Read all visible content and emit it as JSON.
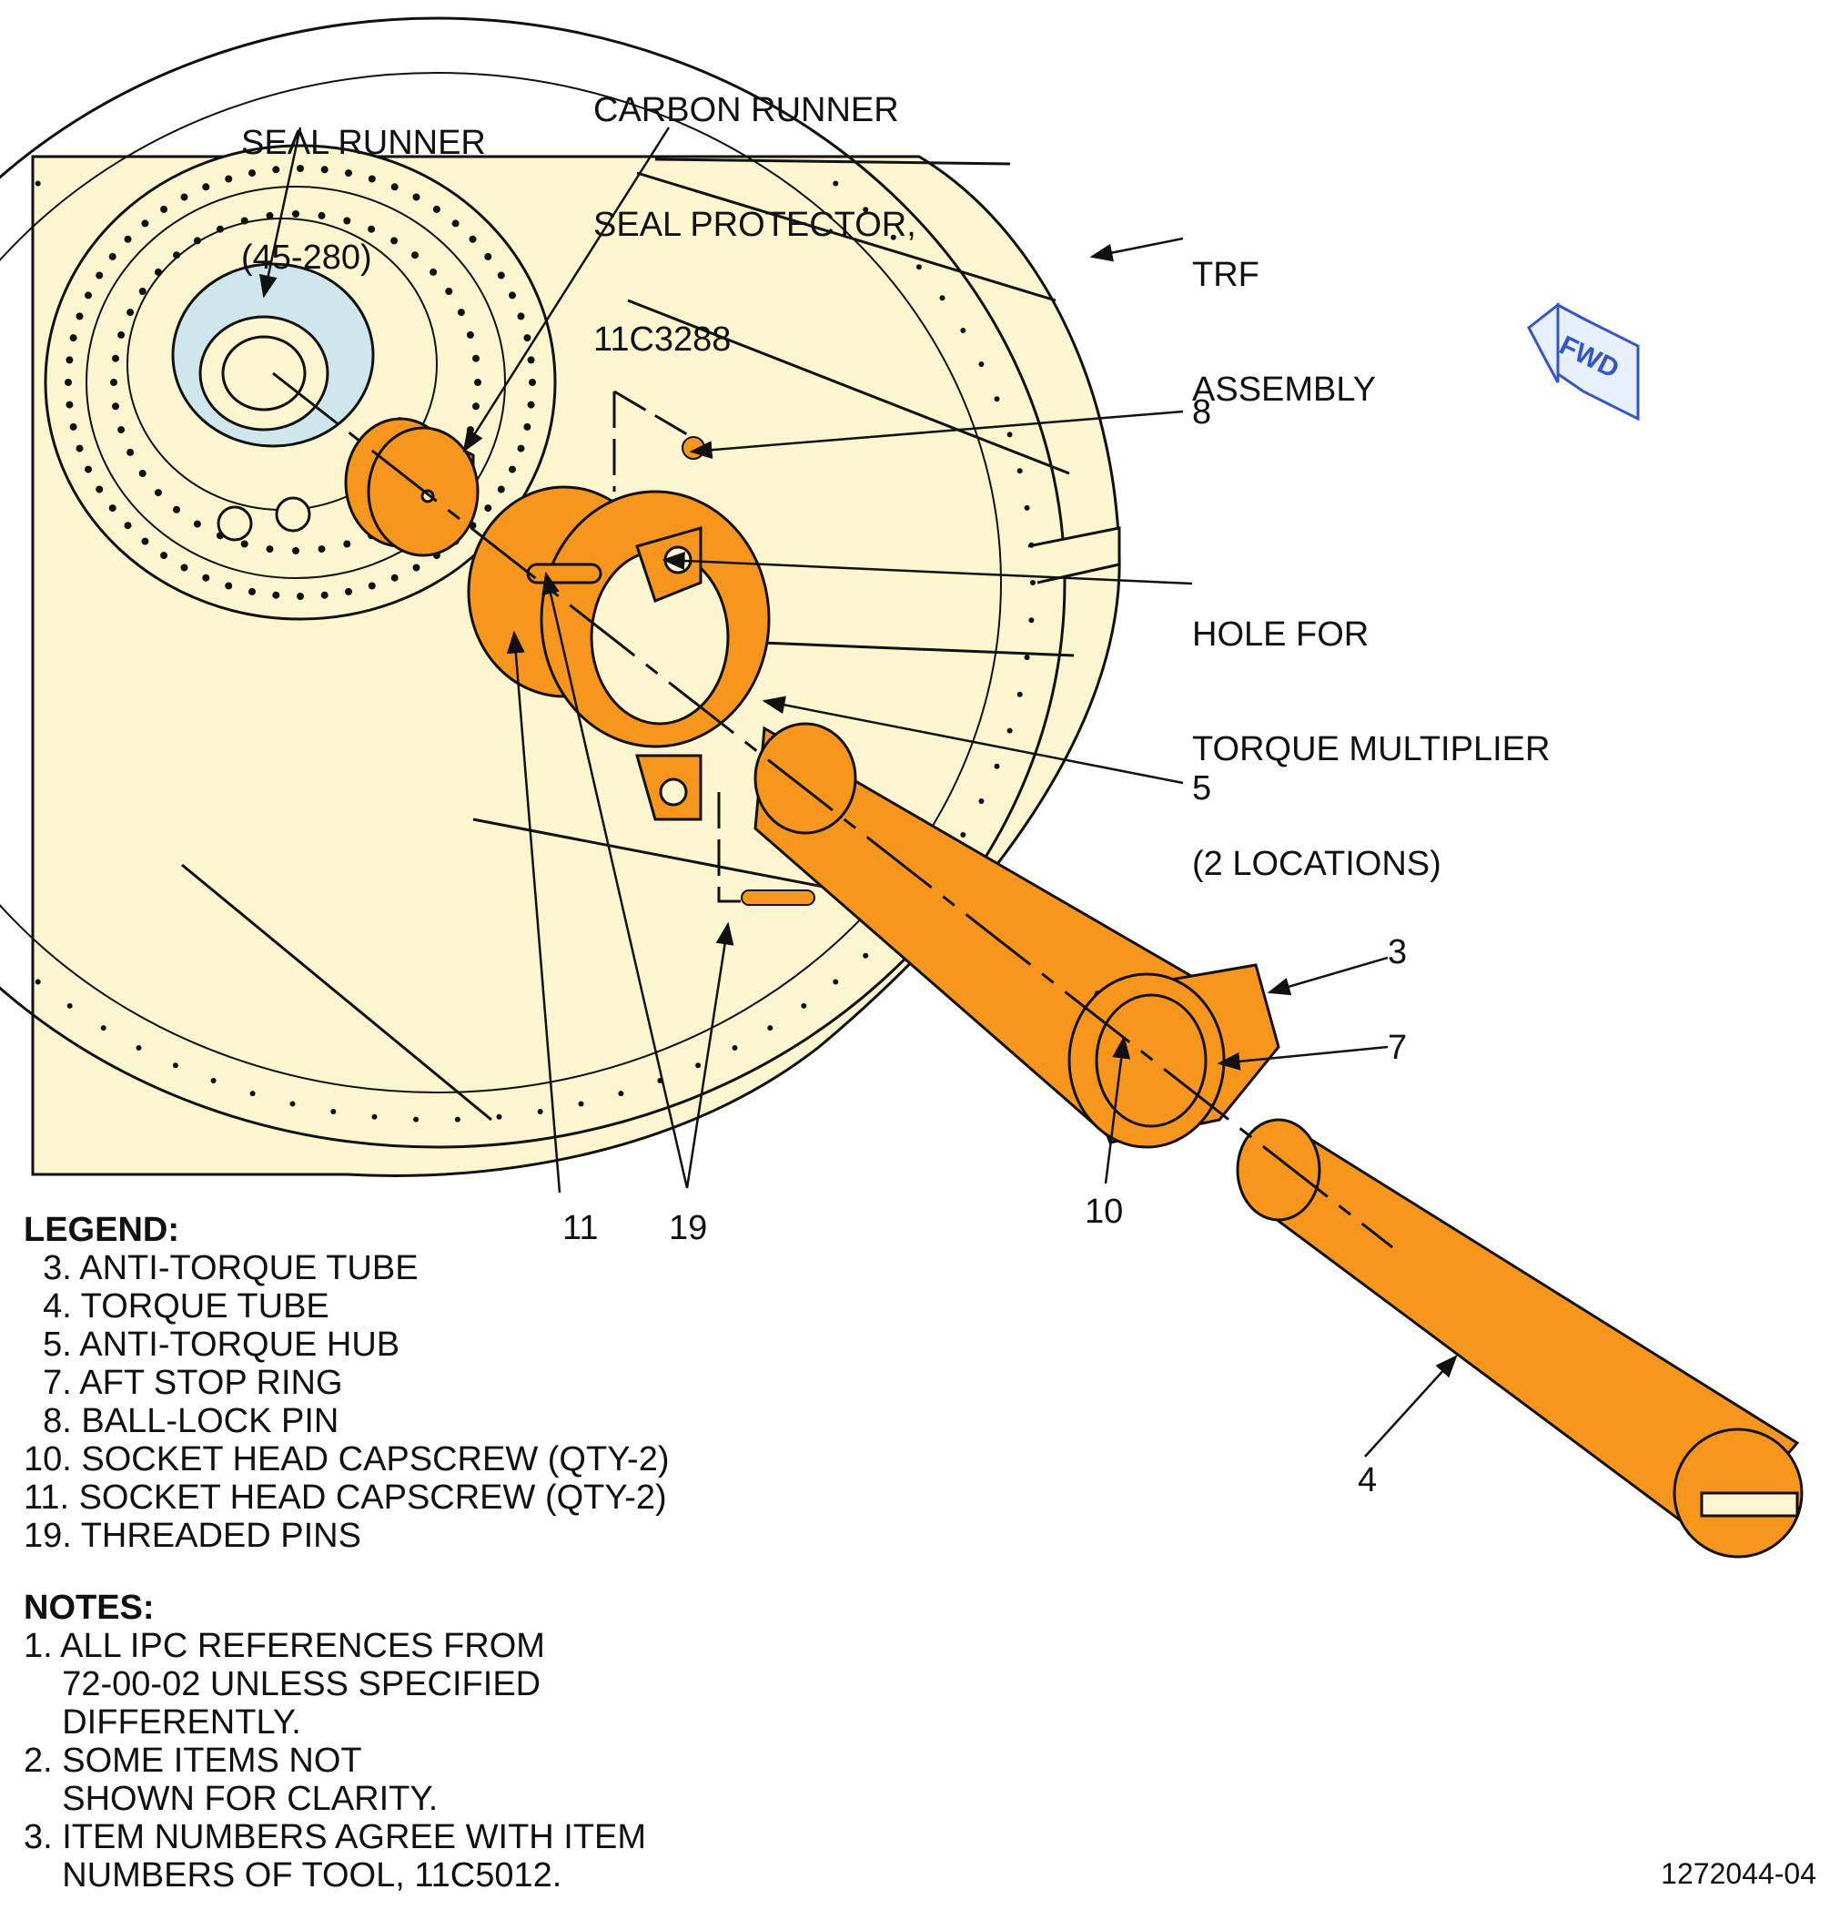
{
  "callouts": {
    "seal_runner": [
      "SEAL RUNNER",
      "(45-280)"
    ],
    "carbon_runner": [
      "CARBON RUNNER",
      "SEAL PROTECTOR,",
      "11C3288"
    ],
    "trf_assembly": [
      "TRF",
      "ASSEMBLY"
    ],
    "hole_for_torque": [
      "HOLE FOR",
      "TORQUE MULTIPLIER",
      "(2 LOCATIONS)"
    ],
    "item_8": "8",
    "item_5": "5",
    "item_3": "3",
    "item_7": "7",
    "item_10": "10",
    "item_11": "11",
    "item_19": "19",
    "item_4": "4"
  },
  "fwd_arrow": {
    "label": "FWD",
    "color": "#3355cc"
  },
  "legend": {
    "title": "LEGEND:",
    "items": [
      "  3. ANTI-TORQUE TUBE",
      "  4. TORQUE TUBE",
      "  5. ANTI-TORQUE HUB",
      "  7. AFT STOP RING",
      "  8. BALL-LOCK PIN",
      "10. SOCKET HEAD CAPSCREW (QTY-2)",
      "11. SOCKET HEAD CAPSCREW (QTY-2)",
      "19. THREADED PINS"
    ]
  },
  "notes": {
    "title": "NOTES:",
    "items": [
      "1. ALL IPC REFERENCES FROM",
      "    72-00-02 UNLESS SPECIFIED",
      "    DIFFERENTLY.",
      "2. SOME ITEMS NOT",
      "    SHOWN FOR CLARITY.",
      "3. ITEM NUMBERS AGREE WITH ITEM",
      "    NUMBERS OF TOOL, 11C5012."
    ]
  },
  "figure_id": "1272044-04",
  "colors": {
    "frame": "#fbf6cf",
    "tool": "#f7961c",
    "seal": "#cfe7ec",
    "line": "#111111"
  }
}
